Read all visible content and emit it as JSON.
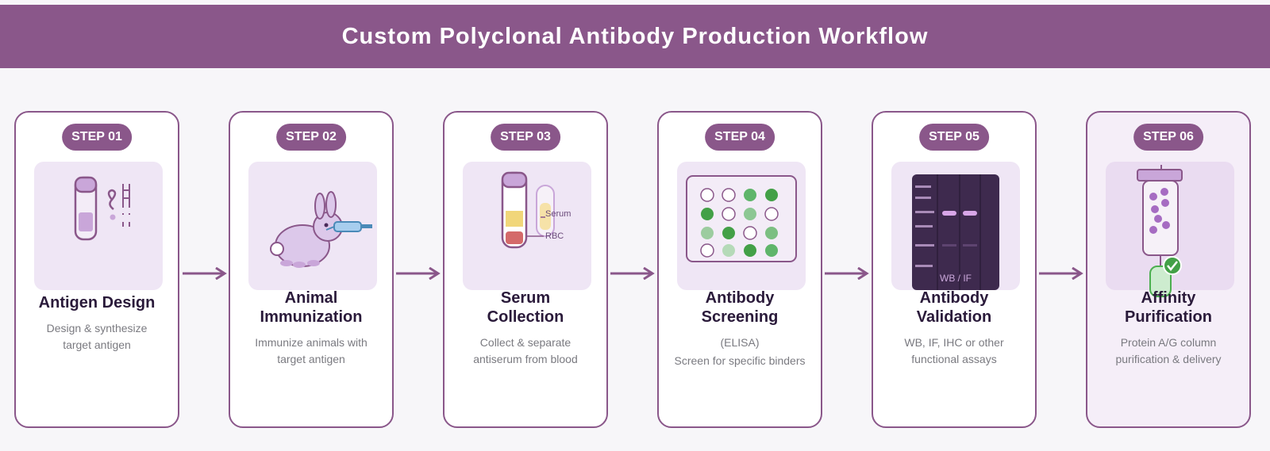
{
  "title": "Custom Polyclonal Antibody Production Workflow",
  "colors": {
    "primary": "#8a578a",
    "panel": "#efe6f5",
    "green": "#4caf50",
    "text_dark": "#2a1a3a",
    "text_muted": "#7a7a80"
  },
  "steps": [
    {
      "badge": "STEP 01",
      "title_line1": "Antigen Design",
      "title_line2": "",
      "desc_line1": "Design & synthesize",
      "desc_line2": "target antigen",
      "icon": "antigen-vial-icon"
    },
    {
      "badge": "STEP 02",
      "title_line1": "Animal",
      "title_line2": "Immunization",
      "desc_line1": "Immunize animals with",
      "desc_line2": "target antigen",
      "icon": "rabbit-syringe-icon"
    },
    {
      "badge": "STEP 03",
      "title_line1": "Serum",
      "title_line2": "Collection",
      "desc_line1": "Collect & separate",
      "desc_line2": "antiserum from blood",
      "icon": "blood-tube-icon",
      "labels": {
        "serum": "Serum",
        "rbc": "RBC"
      }
    },
    {
      "badge": "STEP 04",
      "title_line1": "Antibody",
      "title_line2": "Screening",
      "desc_line1": "(ELISA)",
      "desc_line2": "Screen for specific binders",
      "icon": "elisa-plate-icon"
    },
    {
      "badge": "STEP 05",
      "title_line1": "Antibody",
      "title_line2": "Validation",
      "desc_line1": "WB, IF, IHC or other",
      "desc_line2": "functional assays",
      "icon": "western-blot-icon",
      "labels": {
        "gel": "WB / IF"
      }
    },
    {
      "badge": "STEP 06",
      "title_line1": "Affinity",
      "title_line2": "Purification",
      "desc_line1": "Protein A/G column",
      "desc_line2": "purification & delivery",
      "icon": "column-check-icon"
    }
  ]
}
